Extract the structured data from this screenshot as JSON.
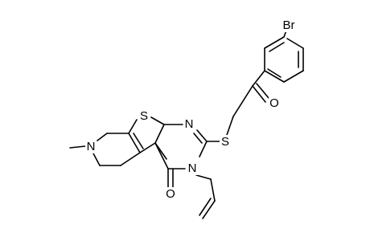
{
  "molecule": {
    "atoms": {
      "br": "Br",
      "o_ketone": "O",
      "s_thioether": "S",
      "s_thiophene": "S",
      "n_pyrimidine": "N",
      "n_amide": "N",
      "o_carbonyl": "O",
      "n_amine": "N"
    }
  },
  "colors": {
    "bond": "#000000",
    "label": "#000000",
    "background": "#ffffff"
  }
}
